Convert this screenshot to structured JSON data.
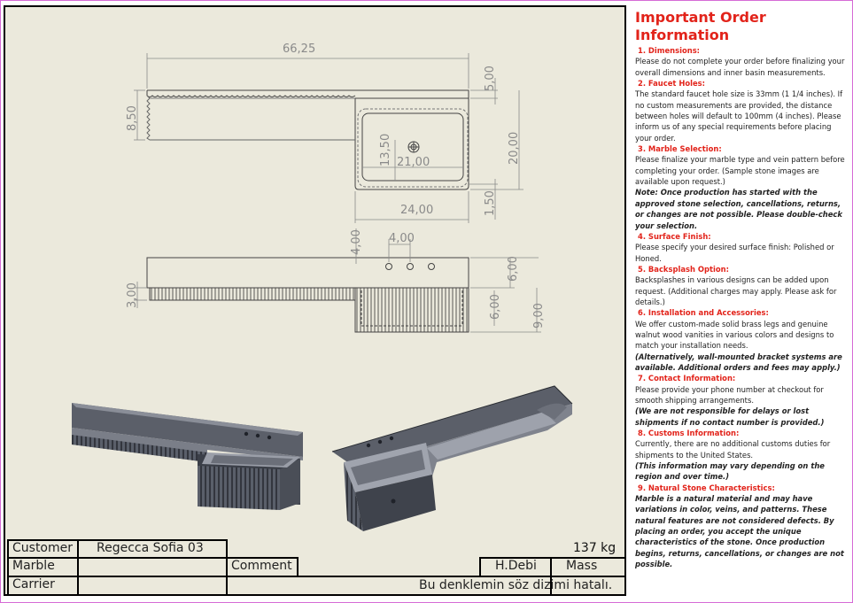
{
  "dimensions": {
    "overall_length": "66,25",
    "left_height": "8,50",
    "back_thickness": "5,00",
    "basin_depth_inner": "13,50",
    "basin_width_inner": "21,00",
    "basin_outer_depth": "20,00",
    "front_lip": "1,50",
    "basin_outer_width": "24,00",
    "hole_offset": "4,00",
    "hole_spacing": "4,00",
    "top_thickness": "3,00",
    "back_height": "6,00",
    "basin_height_inner": "6,00",
    "basin_height_outer": "9,00"
  },
  "title_block": {
    "customer_label": "Customer",
    "customer_value": "Regecca Sofia 03",
    "marble_label": "Marble",
    "comment_label": "Comment",
    "carrier_label": "Carrier",
    "author": "H.Debi",
    "mass_label": "Mass",
    "mass_value": "137 kg",
    "bottom_note": "Bu denklemin söz dizimi hatalı."
  },
  "info": {
    "title": "Important Order Information",
    "sections": [
      {
        "heading": "1. Dimensions:",
        "body": "Please do not complete your order before finalizing your overall dimensions and inner basin measurements."
      },
      {
        "heading": "2. Faucet Holes:",
        "body": "The standard faucet hole size is 33mm (1 1/4 inches). If no custom measurements are provided, the distance between holes will default to 100mm (4 inches). Please inform us of any special requirements before placing your order."
      },
      {
        "heading": "3. Marble Selection:",
        "body": "Please finalize your marble type and vein pattern before completing your order. (Sample stone images are available upon request.)",
        "bold": "Note: Once production has started with the approved stone selection, cancellations, returns, or changes are not possible. Please double-check your selection."
      },
      {
        "heading": "4. Surface Finish:",
        "body": "Please specify your desired surface finish: Polished or Honed."
      },
      {
        "heading": "5. Backsplash Option:",
        "body": "Backsplashes in various designs can be added upon request. (Additional charges may apply. Please ask for details.)"
      },
      {
        "heading": "6. Installation and Accessories:",
        "body": "We offer custom-made solid brass legs and genuine walnut wood vanities in various colors and designs to match your installation needs.",
        "bold": "(Alternatively, wall-mounted bracket systems are available. Additional orders and fees may apply.)"
      },
      {
        "heading": "7. Contact Information:",
        "body": "Please provide your phone number at checkout for smooth shipping arrangements.",
        "bold": "(We are not responsible for delays or lost shipments if no contact number is provided.)"
      },
      {
        "heading": "8. Customs Information:",
        "body": "Currently, there are no additional customs duties for shipments to the United States.",
        "bold": "(This information may vary depending on the region and over time.)"
      },
      {
        "heading": "9. Natural Stone Characteristics:",
        "body": "",
        "bold": "Marble is a natural material and may have variations in color, veins, and patterns. These natural features are not considered defects. By placing an order, you accept the unique characteristics of the stone. Once production begins, returns, cancellations, or changes are not possible."
      }
    ]
  }
}
